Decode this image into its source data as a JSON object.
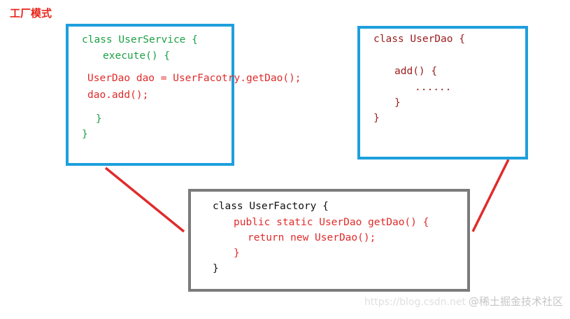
{
  "title": "工厂模式",
  "colors": {
    "title": "#e8251b",
    "box_border_blue": "#1e9fdc",
    "box_border_gray": "#7b7b7b",
    "connector": "#e02b2b",
    "code_green": "#1ea046",
    "code_red": "#e02b2b",
    "code_darkred": "#9b1d1d",
    "code_black": "#111111"
  },
  "user_service": {
    "line1": "class UserService {",
    "line2": "execute() {",
    "line3": "UserDao dao = UserFacotry.getDao();",
    "line4": "dao.add();",
    "line5": "}",
    "line6": "}"
  },
  "user_dao": {
    "line1": "class UserDao {",
    "line2": "add() {",
    "line3": "......",
    "line4": "}",
    "line5": "}"
  },
  "user_factory": {
    "line1": "class UserFactory {",
    "line2": "public static UserDao getDao() {",
    "line3": "return new UserDao();",
    "line4": "}",
    "line5": "}"
  },
  "watermark": {
    "url": "https://blog.csdn.net",
    "brand": "@稀土掘金技术社区"
  }
}
